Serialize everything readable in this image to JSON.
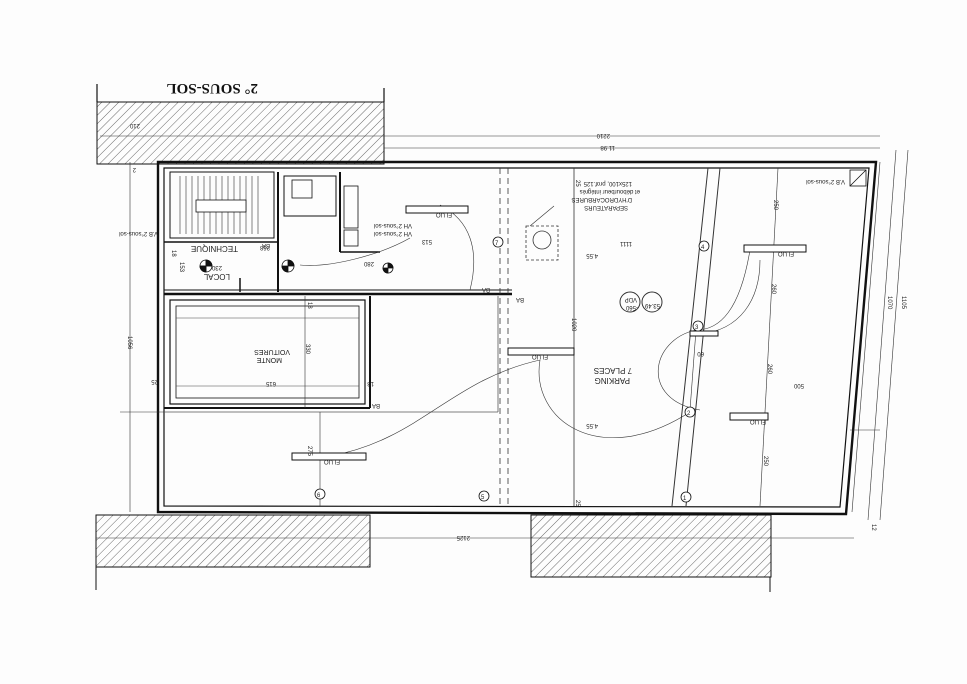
{
  "title": "2° SOUS-SOL",
  "rooms": {
    "parking": "PARKING",
    "parking_places": "7 PLACES",
    "monte_voitures": "MONTE",
    "monte_voitures_2": "VOITURES",
    "local": "LOCAL",
    "technique": "TECHNIQUE"
  },
  "labels": {
    "separateurs_1": "SEPARATEURS",
    "separateurs_2": "D'HYDROCARBURES",
    "separateurs_3": "et débourbeur intégrés",
    "separateurs_4": "125x100, prof.125",
    "vb_left": "V.B 2°sous-sol",
    "vb_right": "V.B 2°sous-sol",
    "vh": "VH 2°sous-sol",
    "vh2": "VH 2°sous-sol",
    "vdp": "VDP",
    "vdp_val1": "53.49",
    "vdp_val2": "-560",
    "flux_prefix": "4.55",
    "flux_prefix2": "4.55",
    "fluo_1": "FLUO",
    "fluo_2": "FLUO",
    "fluo_3": "FLUO",
    "fluo_4": "FLUO",
    "fluo_5": "FLUO",
    "fluo_6": "FLUO",
    "ba_1": "BA",
    "ba_2": "BA",
    "ba_3": "BA",
    "ba_4": "BA",
    "circle_1": "1",
    "circle_2": "2",
    "circle_3": "3",
    "circle_4": "4",
    "circle_5": "5",
    "circle_6": "6",
    "circle_7": "7"
  },
  "dimensions": {
    "d2210": "2210",
    "d1198": "11.98",
    "d2125": "2125",
    "d1056": "1056",
    "d1070": "1070",
    "d1105": "1105",
    "d250": "250",
    "d260a": "260",
    "d260b": "260",
    "d250b": "250",
    "d500": "500",
    "d1111": "1111",
    "d1020": "1020",
    "d513": "513",
    "d615": "615",
    "d330": "330",
    "d275": "275",
    "d153": "153",
    "d230": "230",
    "d268": "268",
    "d280": "280",
    "d210": "210",
    "d25a": "25",
    "d25b": "25",
    "d25c": "25",
    "d18a": "18",
    "d18b": "18",
    "d18c": "18",
    "d60": "60",
    "d12": "12",
    "d2": "2"
  }
}
